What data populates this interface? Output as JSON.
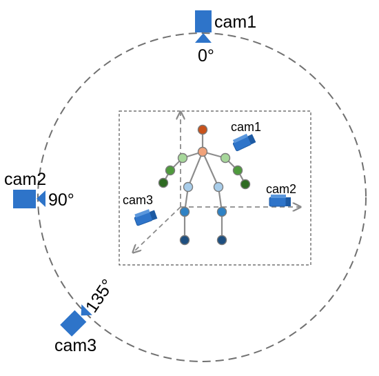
{
  "cameras": {
    "cam1": {
      "label": "cam1",
      "angle": "0°"
    },
    "cam2": {
      "label": "cam2",
      "angle": "90°"
    },
    "cam3": {
      "label": "cam3",
      "angle": "135°"
    }
  },
  "inset": {
    "cam1_label": "cam1",
    "cam2_label": "cam2",
    "cam3_label": "cam3"
  },
  "colors": {
    "camera_blue": "#2e74c9",
    "dashed_gray": "#707070",
    "head": "#c8521b",
    "neck": "#f0a27a",
    "shoulders": "#a6d79a",
    "elbows": "#4f9a3d",
    "wrists": "#2e6a22",
    "hips": "#a8cdea",
    "knees": "#2f82c4",
    "ankles": "#1e4f80"
  }
}
